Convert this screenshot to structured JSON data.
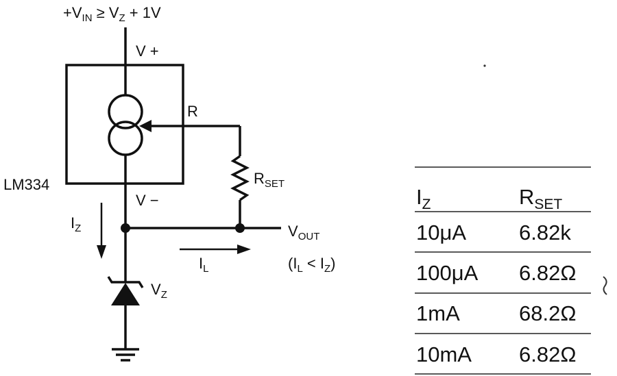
{
  "supply_label": {
    "prefix": "+V",
    "sub_in": "IN",
    "middle": " ≥ V",
    "sub_z": "Z",
    "suffix": " + 1V"
  },
  "pin_vplus": "V +",
  "pin_vminus": "V −",
  "pin_r": "R",
  "device_label": "LM334",
  "rset_label": {
    "main": "R",
    "sub": "SET"
  },
  "iz_label": {
    "main": "I",
    "sub": "Z"
  },
  "il_label": {
    "main": "I",
    "sub": "L"
  },
  "vz_label": {
    "main": "V",
    "sub": "Z"
  },
  "vout_label": {
    "main": "V",
    "sub": "OUT"
  },
  "condition_label": {
    "open": "(I",
    "sub_l": "L",
    "mid": " < I",
    "sub_z": "Z",
    "close": ")"
  },
  "table": {
    "headers": [
      {
        "main": "I",
        "sub": "Z"
      },
      {
        "main": "R",
        "sub": "SET"
      }
    ],
    "rows": [
      {
        "iz": "10μA",
        "rset": "6.82k"
      },
      {
        "iz": "100μA",
        "rset": "6.82Ω"
      },
      {
        "iz": "1mA",
        "rset": "68.2Ω"
      },
      {
        "iz": "10mA",
        "rset": "6.82Ω"
      }
    ]
  }
}
